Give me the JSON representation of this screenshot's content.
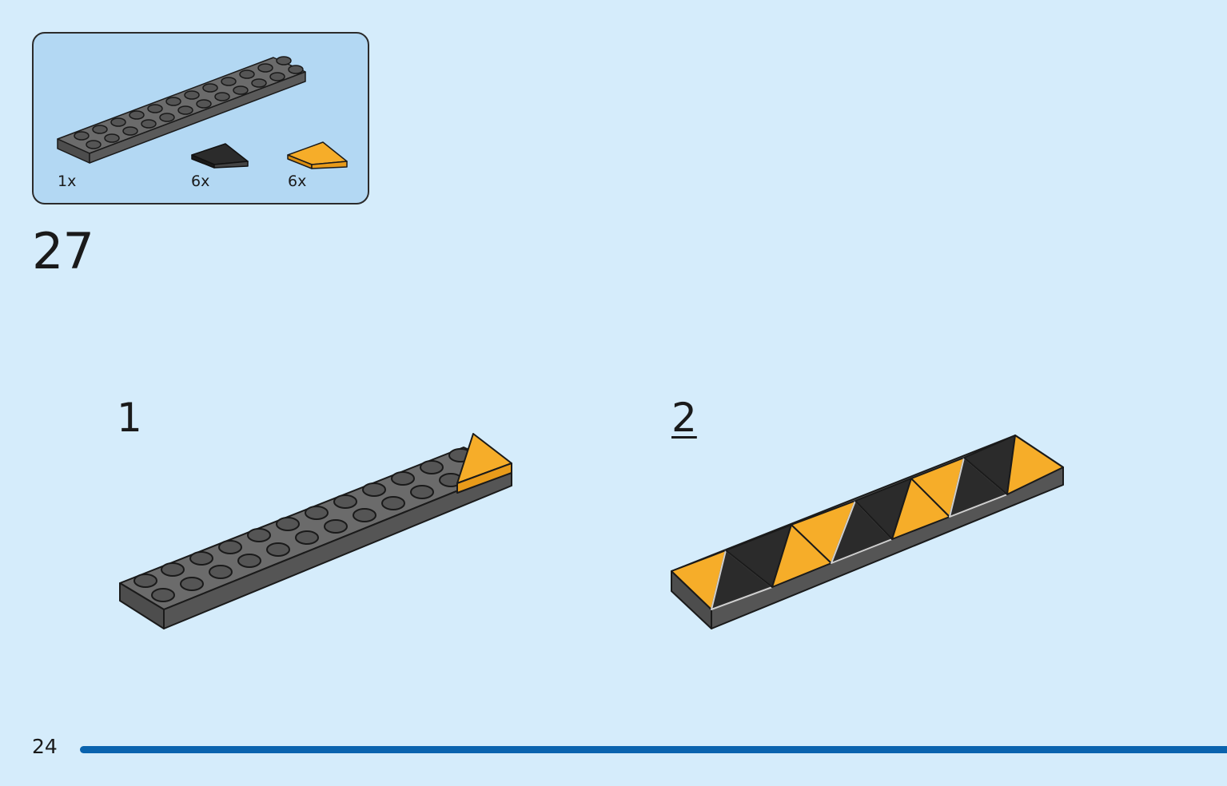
{
  "parts_callout": {
    "parts": [
      {
        "name": "dark-grey-plate-2x12",
        "quantity": "1x",
        "color": "#595959"
      },
      {
        "name": "black-wedge-tile",
        "quantity": "6x",
        "color": "#2b2b2b"
      },
      {
        "name": "orange-wedge-tile",
        "quantity": "6x",
        "color": "#f6ad29"
      }
    ]
  },
  "step_number": "27",
  "substeps": [
    {
      "number": "1"
    },
    {
      "number": "2"
    }
  ],
  "page_number": "24",
  "colors": {
    "background": "#d5ecfb",
    "callout_bg": "#b3d8f3",
    "progress_bar": "#0a63ae",
    "plate_grey": "#595959",
    "wedge_orange": "#f6ad29",
    "wedge_black": "#2b2b2b"
  }
}
